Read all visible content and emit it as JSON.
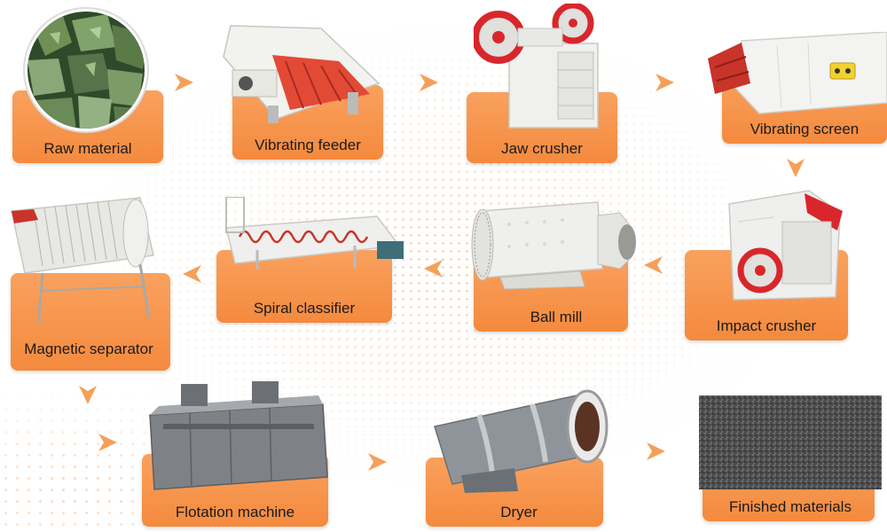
{
  "steps": [
    {
      "id": "raw",
      "label": "Raw material",
      "icon": "raw-material-ore-image"
    },
    {
      "id": "feeder",
      "label": "Vibrating feeder",
      "icon": "vibrating-feeder-image"
    },
    {
      "id": "jaw",
      "label": "Jaw crusher",
      "icon": "jaw-crusher-image"
    },
    {
      "id": "screen",
      "label": "Vibrating screen",
      "icon": "vibrating-screen-image"
    },
    {
      "id": "impact",
      "label": "Impact crusher",
      "icon": "impact-crusher-image"
    },
    {
      "id": "ballmill",
      "label": "Ball mill",
      "icon": "ball-mill-image"
    },
    {
      "id": "spiral",
      "label": "Spiral classifier",
      "icon": "spiral-classifier-image"
    },
    {
      "id": "magnetic",
      "label": "Magnetic separator",
      "icon": "magnetic-separator-image"
    },
    {
      "id": "flotation",
      "label": "Flotation machine",
      "icon": "flotation-machine-image"
    },
    {
      "id": "dryer",
      "label": "Dryer",
      "icon": "dryer-image"
    },
    {
      "id": "finished",
      "label": "Finished materials",
      "icon": "finished-materials-image"
    }
  ],
  "colors": {
    "accent": "#f48a3e",
    "arrow": "#f5a05a",
    "machine_red": "#d9262c",
    "machine_white": "#eeeeee"
  }
}
